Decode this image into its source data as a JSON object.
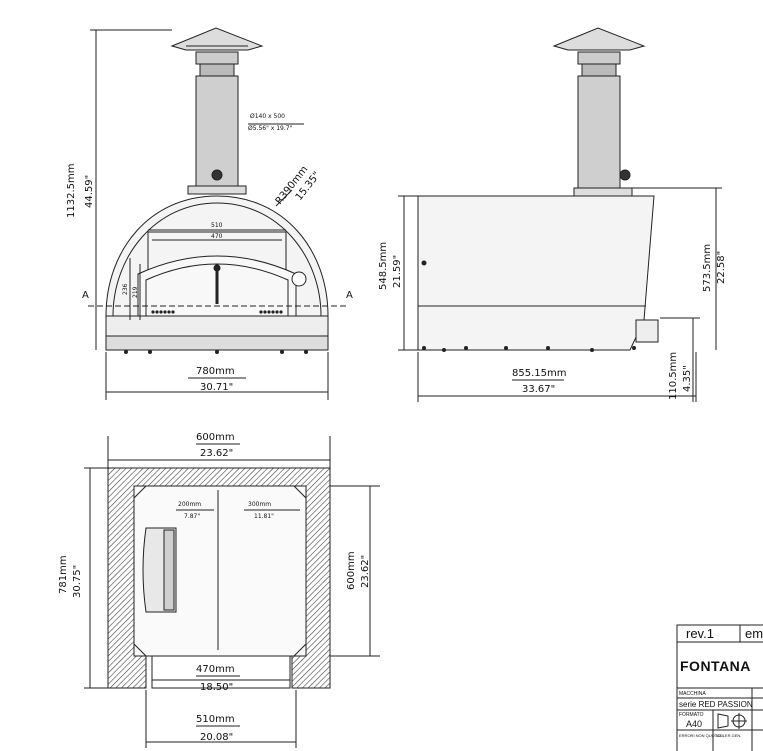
{
  "front_view": {
    "flue": {
      "line1": "Ø140 x 500",
      "line2": "Ø5.56\" x 19.7\""
    },
    "radius": {
      "mm": "R390mm",
      "in": "15.35\""
    },
    "height": {
      "mm": "1132.5mm",
      "in": "44.59\""
    },
    "inner_width_top": "510",
    "inner_width_bottom": "470",
    "inner_h1": "236",
    "inner_h2": "219",
    "section_mark": "A",
    "width": {
      "mm": "780mm",
      "in": "30.71\""
    }
  },
  "side_view": {
    "height_left": {
      "mm": "548.5mm",
      "in": "21.59\""
    },
    "height_right": {
      "mm": "573.5mm",
      "in": "22.58\""
    },
    "depth": {
      "mm": "855.15mm",
      "in": "33.67\""
    },
    "base": {
      "mm": "110.5mm",
      "in": "4.35\""
    }
  },
  "top_view": {
    "outer_width": {
      "mm": "600mm",
      "in": "23.62\""
    },
    "outer_depth": {
      "mm": "781mm",
      "in": "30.75\""
    },
    "inner_depth": {
      "mm": "600mm",
      "in": "23.62\""
    },
    "left_zone": {
      "mm": "200mm",
      "in": "7.87\""
    },
    "right_zone": {
      "mm": "300mm",
      "in": "11.81\""
    },
    "mouth_width": {
      "mm": "470mm",
      "in": "18.50\""
    },
    "base_width": {
      "mm": "510mm",
      "in": "20.08\""
    }
  },
  "title_block": {
    "rev": "rev.1",
    "rev_cut": "em",
    "brand": "FONTANA",
    "macchina_label": "MACCHINA",
    "serie": "serie RED PASSION",
    "formato_label": "FORMATO",
    "formato": "A40",
    "quote_label": "ERRORI NON QUOTATI",
    "toller_label": "TOLLER.GEN."
  }
}
